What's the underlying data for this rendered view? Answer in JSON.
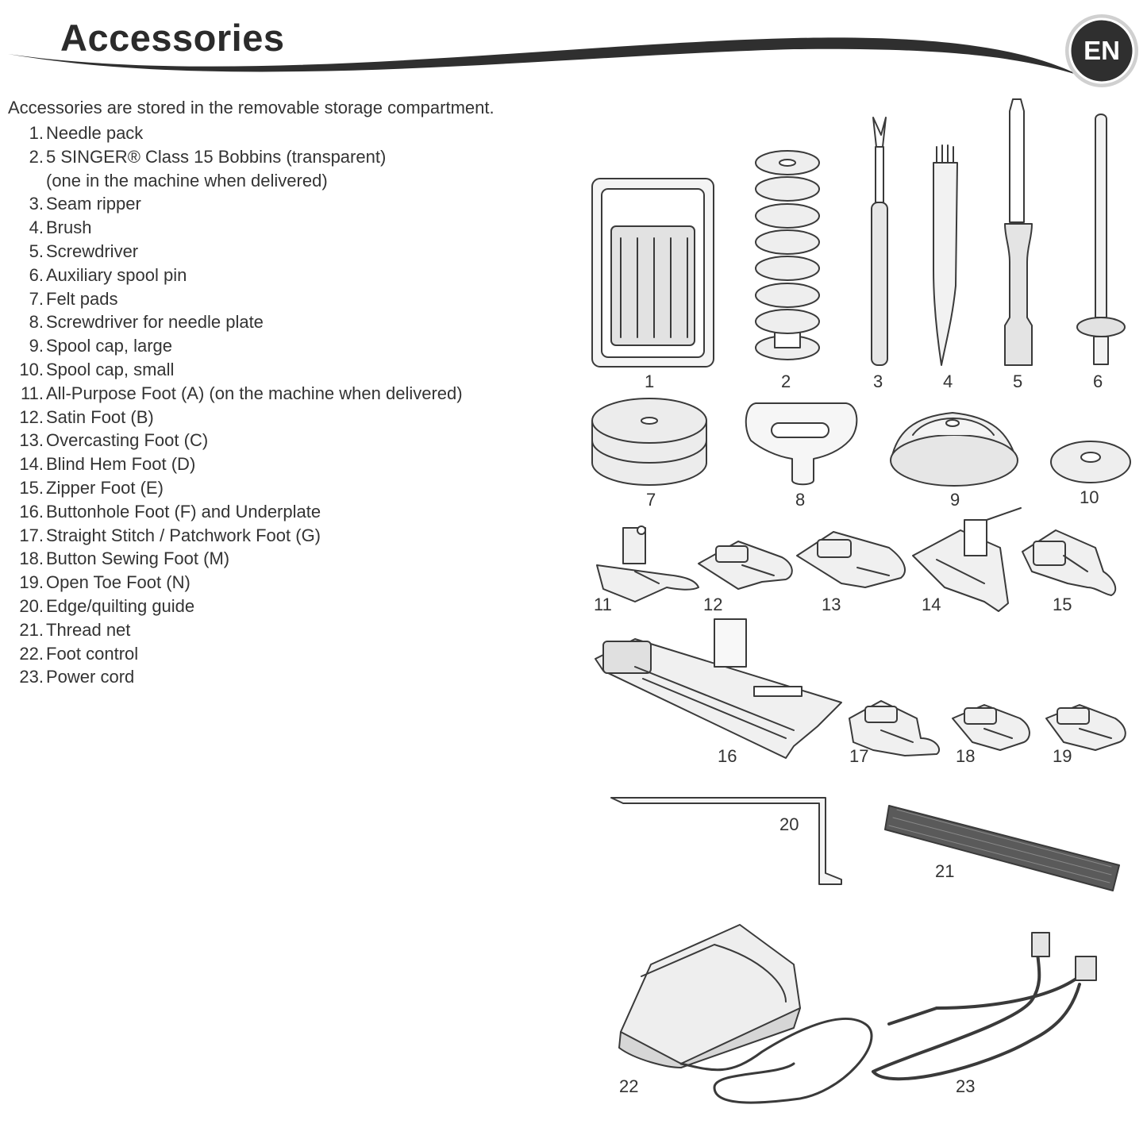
{
  "header": {
    "title": "Accessories",
    "language_badge": "EN"
  },
  "intro": "Accessories are stored in the removable storage compartment.",
  "accessories": [
    {
      "num": "1.",
      "label": "Needle pack"
    },
    {
      "num": "2.",
      "label": "5 SINGER® Class 15 Bobbins (transparent)",
      "note": "(one in the machine when delivered)"
    },
    {
      "num": "3.",
      "label": "Seam ripper"
    },
    {
      "num": "4.",
      "label": "Brush"
    },
    {
      "num": "5.",
      "label": "Screwdriver"
    },
    {
      "num": "6.",
      "label": "Auxiliary spool pin"
    },
    {
      "num": "7.",
      "label": "Felt pads"
    },
    {
      "num": "8.",
      "label": "Screwdriver for needle plate"
    },
    {
      "num": "9.",
      "label": "Spool cap, large"
    },
    {
      "num": "10.",
      "label": "Spool cap, small"
    },
    {
      "num": "11.",
      "label": "All-Purpose Foot (A) (on the machine when delivered)"
    },
    {
      "num": "12.",
      "label": "Satin Foot (B)"
    },
    {
      "num": "13.",
      "label": "Overcasting Foot (C)"
    },
    {
      "num": "14.",
      "label": "Blind Hem Foot (D)"
    },
    {
      "num": "15.",
      "label": "Zipper Foot (E)"
    },
    {
      "num": "16.",
      "label": "Buttonhole Foot (F) and Underplate"
    },
    {
      "num": "17.",
      "label": "Straight Stitch / Patchwork Foot (G)"
    },
    {
      "num": "18.",
      "label": "Button Sewing Foot (M)"
    },
    {
      "num": "19.",
      "label": "Open Toe Foot (N)"
    },
    {
      "num": "20.",
      "label": "Edge/quilting guide"
    },
    {
      "num": "21.",
      "label": "Thread net"
    },
    {
      "num": "22.",
      "label": "Foot control"
    },
    {
      "num": "23.",
      "label": "Power cord"
    }
  ],
  "illustration_labels": [
    "1",
    "2",
    "3",
    "4",
    "5",
    "6",
    "7",
    "8",
    "9",
    "10",
    "11",
    "12",
    "13",
    "14",
    "15",
    "16",
    "17",
    "18",
    "19",
    "20",
    "21",
    "22",
    "23"
  ],
  "colors": {
    "line": "#3a3a3a",
    "fill_light": "#e6e6e6",
    "fill_mid": "#cfcfcf",
    "badge": "#333333"
  }
}
